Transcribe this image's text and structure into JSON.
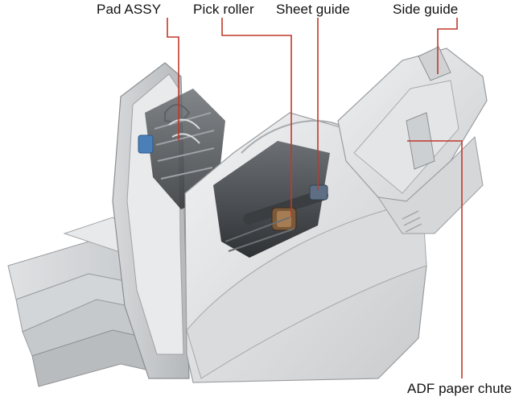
{
  "callouts": {
    "pad_assy": "Pad ASSY",
    "pick_roller": "Pick roller",
    "sheet_guide": "Sheet guide",
    "side_guide": "Side guide",
    "adf_paper_chute": "ADF paper chute"
  },
  "colors": {
    "leader_line": "#c0392b",
    "label_text": "#111111",
    "body_light": "#e4e5e6",
    "body_mid": "#c8cacc",
    "body_dark": "#8e9194",
    "accent_blue": "#4a7fb8"
  }
}
